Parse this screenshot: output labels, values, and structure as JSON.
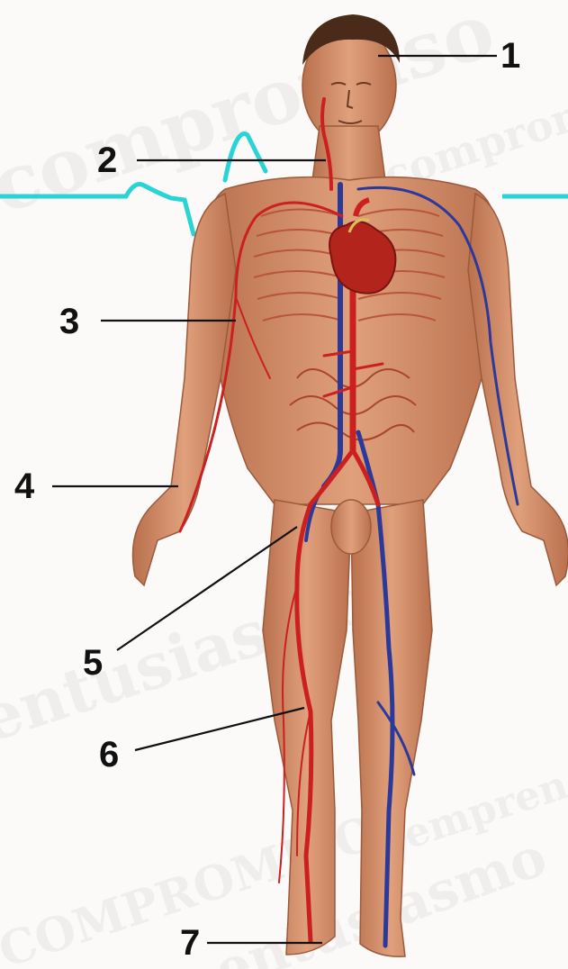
{
  "diagram": {
    "callouts": [
      {
        "id": "1",
        "label": "1"
      },
      {
        "id": "2",
        "label": "2"
      },
      {
        "id": "3",
        "label": "3"
      },
      {
        "id": "4",
        "label": "4"
      },
      {
        "id": "5",
        "label": "5"
      },
      {
        "id": "6",
        "label": "6"
      },
      {
        "id": "7",
        "label": "7"
      }
    ]
  },
  "watermark": {
    "words": [
      "compromiso",
      "entusiasmo",
      "COMPROMISO",
      "entusiasmo",
      "emprendimiento",
      "compromiso"
    ]
  },
  "colors": {
    "artery": "#cc1f1f",
    "vein": "#2b3a9a",
    "skin": "#d9906a",
    "skin_shadow": "#b96c4a",
    "hair": "#4a2a18",
    "heart": "#b3251c",
    "ecg": "#2ad4d4",
    "label_line": "#111111"
  }
}
